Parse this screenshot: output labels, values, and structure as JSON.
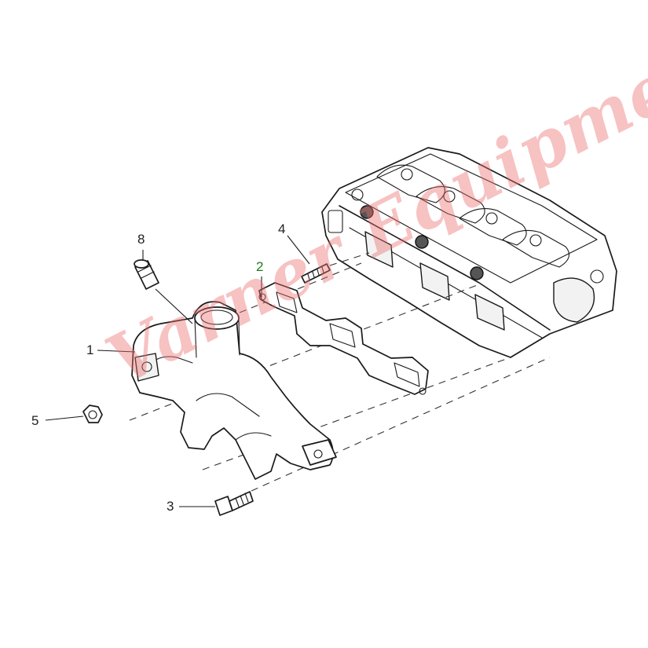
{
  "callouts": {
    "c1": "1",
    "c2": "2",
    "c3": "3",
    "c4": "4",
    "c5": "5",
    "c8": "8"
  },
  "watermark": "Varner Equipment Inc.",
  "colors": {
    "line": "#1a1a1a",
    "highlight_callout": "#1a7a1a",
    "watermark": "#eb6e6e"
  }
}
